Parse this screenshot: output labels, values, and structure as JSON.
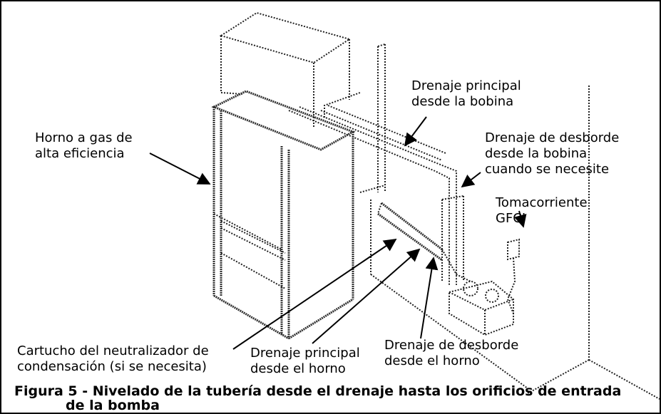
{
  "labels": {
    "furnace": [
      "Horno a gas de",
      "alta eficiencia"
    ],
    "main_drain_coil": [
      "Drenaje principal",
      "desde la bobina"
    ],
    "overflow_drain_coil": [
      "Drenaje de desborde",
      "desde la bobina",
      "cuando se necesite"
    ],
    "outlet": [
      "Tomacorriente",
      "GFCI"
    ],
    "cartridge": [
      "Cartucho del neutralizador de",
      "condensación (si se necesita)"
    ],
    "main_drain_furnace": [
      "Drenaje principal",
      "desde el horno"
    ],
    "overflow_drain_furnace": [
      "Drenaje de desborde",
      "desde el horno"
    ]
  },
  "caption": [
    "Figura 5 - Nivelado de la tubería desde el drenaje hasta los orificios de entrada",
    "de la bomba"
  ]
}
